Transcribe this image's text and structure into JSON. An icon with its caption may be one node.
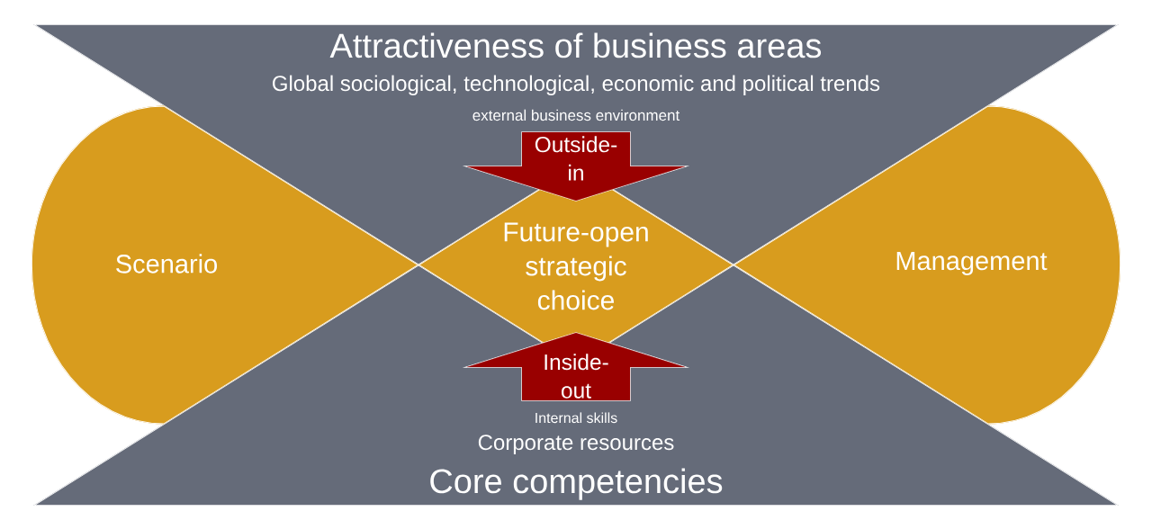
{
  "diagram": {
    "nodes": [
      {
        "text": [
          "Attractiveness of business areas",
          "Global sociological, technological, economic and political trends",
          "external business environment"
        ]
      },
      {
        "text": [
          "Scenario"
        ]
      },
      {
        "text": [
          "Future-open strategic choice"
        ]
      },
      {
        "text": [
          "Management"
        ]
      },
      {
        "text": [
          "Internal skills",
          "Corporate resources",
          "Core competencies"
        ]
      }
    ],
    "edges": [
      {
        "from": 0,
        "to": 2,
        "arrow": "to",
        "label": "Outside-in"
      },
      {
        "from": 4,
        "to": 2,
        "arrow": "to",
        "label": "Inside-out"
      }
    ]
  }
}
